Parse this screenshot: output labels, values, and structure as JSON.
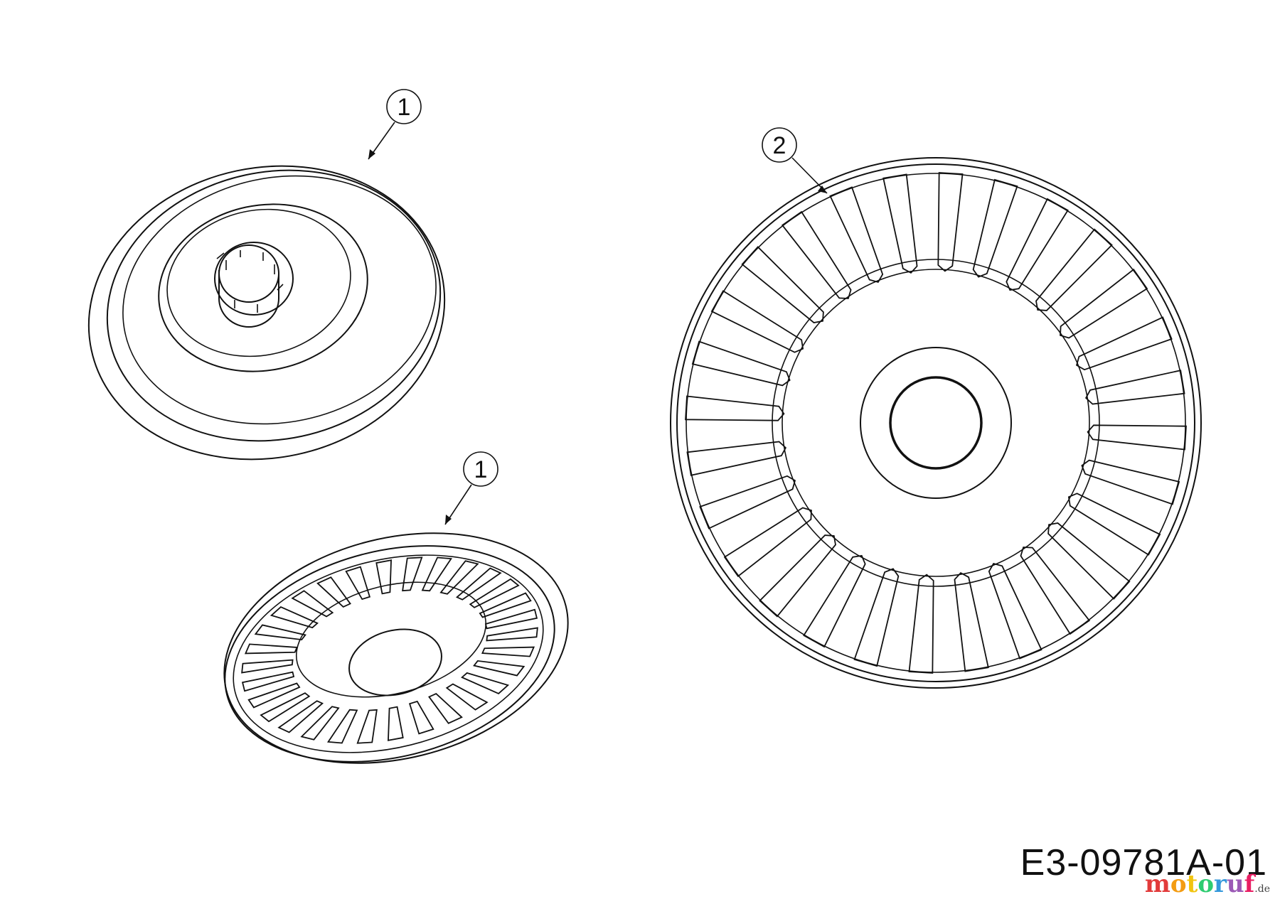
{
  "callouts": [
    {
      "label": "1"
    },
    {
      "label": "1"
    },
    {
      "label": "2"
    }
  ],
  "drawing_number": "E3-09781A-01",
  "watermark": {
    "letters": [
      "m",
      "o",
      "t",
      "o",
      "r",
      "u",
      "f"
    ],
    "suffix": ".de",
    "colors": [
      "#e23b3b",
      "#f39c12",
      "#f1c40f",
      "#2ecc71",
      "#3498db",
      "#9b59b6",
      "#e91e63"
    ]
  }
}
